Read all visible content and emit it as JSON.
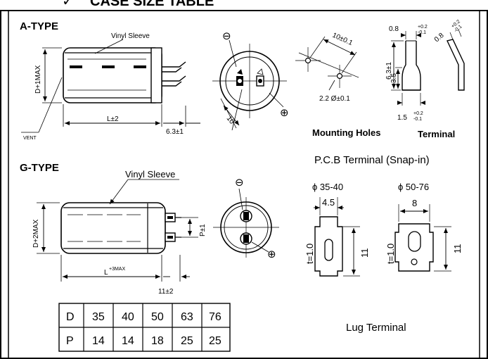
{
  "page_title": "CASE SIZE TABLE",
  "a_type": {
    "heading": "A-TYPE",
    "vinyl_sleeve": "Vinyl Sleeve",
    "diameter": "D+1MAX",
    "length": "L±2",
    "vent": "VENT",
    "lead": "6.3±1",
    "polarity_neg": "⊖",
    "polarity_pos": "⊕",
    "terminal_spacing": "10"
  },
  "mounting_holes": {
    "pitch": "10±0.1",
    "hole": "2.2 Ø±0.1",
    "caption": "Mounting Holes"
  },
  "terminal": {
    "width": "0.8",
    "width_tol_plus": "+0.2",
    "width_tol_minus": "-0.1",
    "height": "6.3±1",
    "inner": "3.5",
    "base": "1.5",
    "caption": "Terminal"
  },
  "g_type": {
    "heading": "G-TYPE",
    "vinyl_sleeve": "Vinyl Sleeve",
    "diameter": "D+2MAX",
    "length_base": "L",
    "length_tol": "+3MAX",
    "pitch": "P±1",
    "lead": "11±2",
    "polarity_neg": "⊖",
    "polarity_pos": "⊕"
  },
  "pcb_terminal": {
    "title": "P.C.B Terminal (Snap-in)",
    "small": {
      "range": "ϕ 35-40",
      "width": "4.5",
      "thickness": "t=1.0",
      "height": "11"
    },
    "large": {
      "range": "ϕ 50-76",
      "width": "8",
      "thickness": "t=1.0",
      "height": "11"
    },
    "caption": "Lug Terminal"
  },
  "size_table": {
    "rows": [
      {
        "label": "D",
        "values": [
          "35",
          "40",
          "50",
          "63",
          "76"
        ]
      },
      {
        "label": "P",
        "values": [
          "14",
          "14",
          "18",
          "25",
          "25"
        ]
      }
    ]
  }
}
